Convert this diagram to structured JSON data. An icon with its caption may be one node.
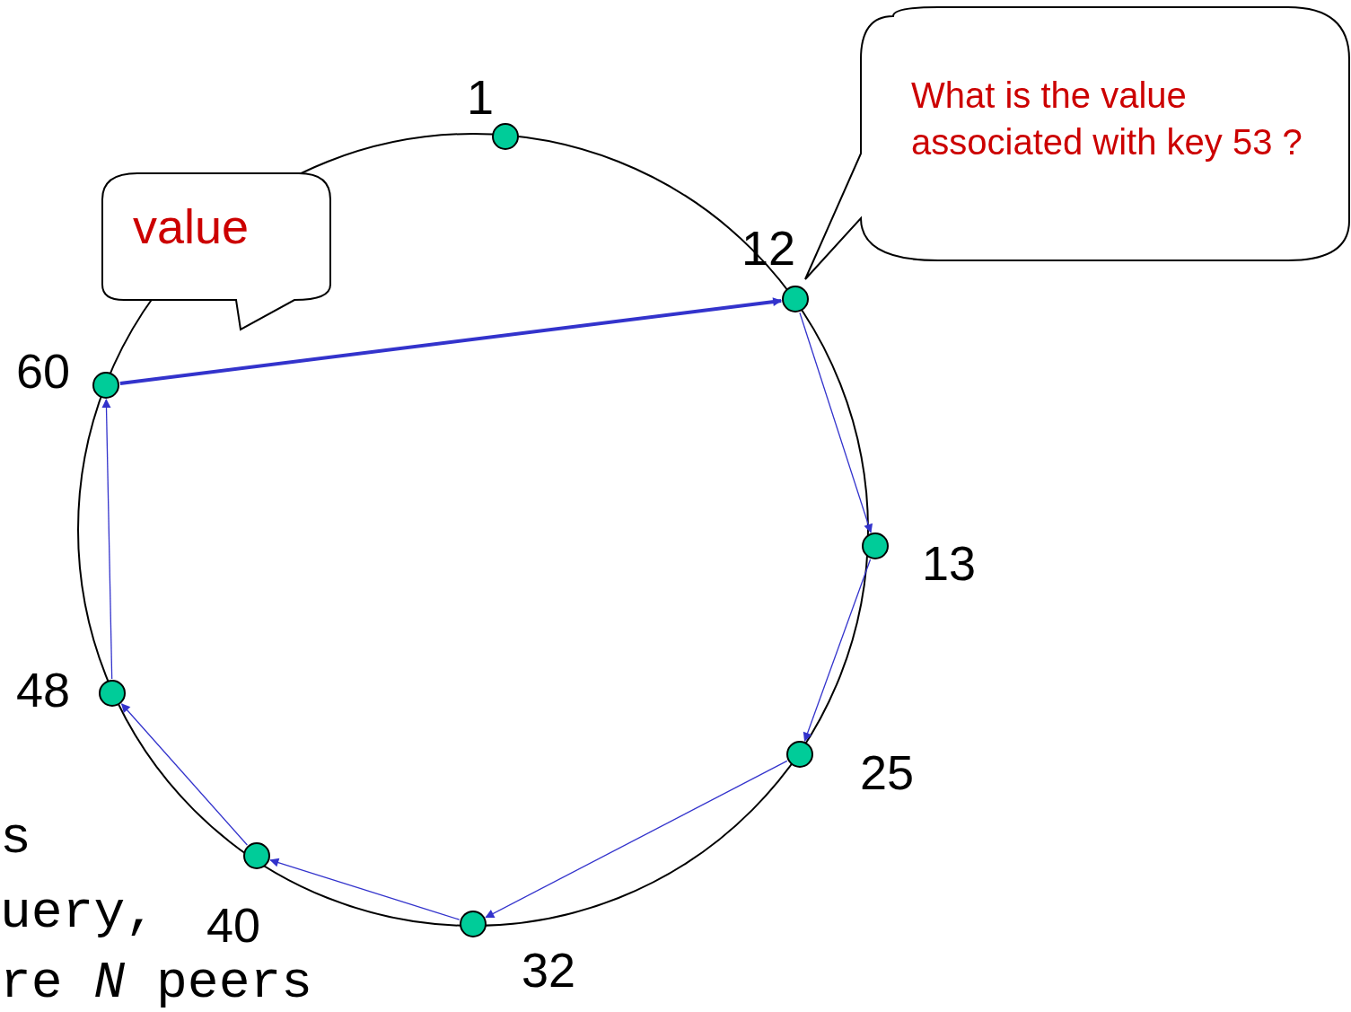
{
  "diagram": {
    "nodes": [
      {
        "text": [],
        "shape": "circle",
        "beside": [
          "1"
        ]
      },
      {
        "text": [],
        "shape": "circle",
        "beside": [
          "12"
        ]
      },
      {
        "text": [],
        "shape": "circle",
        "beside": [
          "13"
        ]
      },
      {
        "text": [],
        "shape": "circle",
        "beside": [
          "25"
        ]
      },
      {
        "text": [],
        "shape": "circle",
        "beside": [
          "32"
        ]
      },
      {
        "text": [],
        "shape": "circle",
        "beside": [
          "40"
        ]
      },
      {
        "text": [],
        "shape": "circle",
        "beside": [
          "48"
        ]
      },
      {
        "text": [],
        "shape": "circle",
        "beside": [
          "60"
        ]
      },
      {
        "text": [
          "What is the value associated with key 53 ?"
        ]
      },
      {
        "text": [
          "value"
        ]
      }
    ],
    "edges": [
      {
        "from": 1,
        "to": 2,
        "arrow": "to"
      },
      {
        "from": 2,
        "to": 3,
        "arrow": "to"
      },
      {
        "from": 3,
        "to": 4,
        "arrow": "to"
      },
      {
        "from": 4,
        "to": 5,
        "arrow": "to"
      },
      {
        "from": 5,
        "to": 6,
        "arrow": "to"
      },
      {
        "from": 6,
        "to": 7,
        "arrow": "to"
      },
      {
        "from": 7,
        "to": 1,
        "arrow": "to",
        "style": "thick"
      }
    ],
    "labels": [
      "s",
      "uery,",
      "re *N* peers"
    ]
  }
}
